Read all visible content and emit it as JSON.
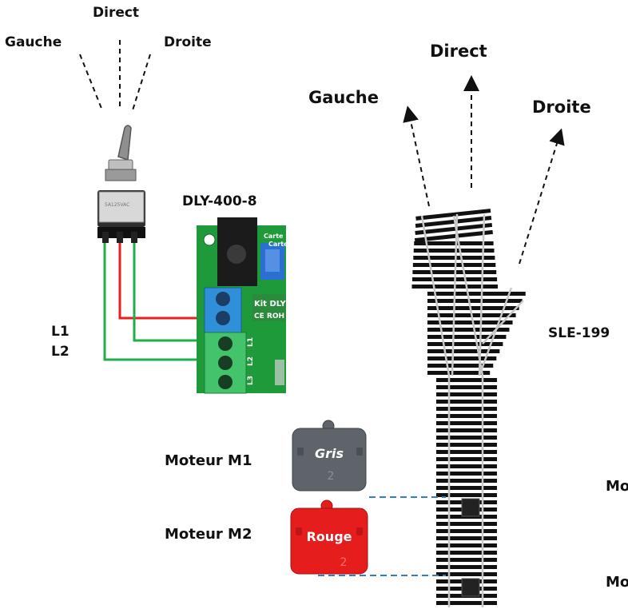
{
  "switch": {
    "label_direct": "Direct",
    "label_left": "Gauche",
    "label_right": "Droite",
    "wire_l1": "L1",
    "wire_l2": "L2"
  },
  "turnout": {
    "label_direct": "Direct",
    "label_left": "Gauche",
    "label_right": "Droite",
    "model": "SLE-199"
  },
  "board": {
    "model": "DLY-400-8",
    "kit_text": "Kit DLY",
    "card_text_1": "Carte",
    "card_text_2": "Carte",
    "ce_text": "CE ROH",
    "terminals": [
      "L1",
      "L2",
      "L3"
    ]
  },
  "motors": {
    "m1_label": "Moteur M1",
    "m1_color_name": "Gris",
    "m2_label": "Moteur M2",
    "m2_color_name": "Rouge",
    "right_label_1": "Mo",
    "right_label_2": "Mo"
  },
  "colors": {
    "wire_red": "#e8201f",
    "wire_green": "#1fae4b",
    "pcb_green": "#1f9a3b",
    "motor_grey": "#5e6469",
    "motor_red": "#e61d1d",
    "dash_blue": "#2f7fc1"
  }
}
